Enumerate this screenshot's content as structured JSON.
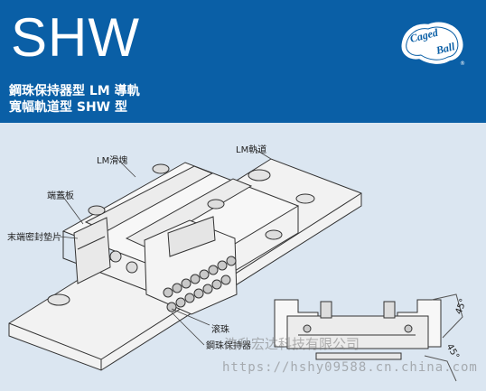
{
  "header": {
    "title": "SHW",
    "subtitle_line1": "鋼珠保持器型 LM 導軌",
    "subtitle_line2": "寬幅軌道型 SHW 型",
    "logo_text": "Caged Ball",
    "logo_mark": "®"
  },
  "labels": {
    "lm_rail": "LM軌道",
    "lm_block": "LM滑塊",
    "end_plate": "端蓋板",
    "end_seal": "末端密封墊片",
    "ball": "滚珠",
    "ball_cage": "鋼珠保持器",
    "angle_left": "45°",
    "angle_right": "45°"
  },
  "watermark": {
    "company": "浩升宏达科技有限公司",
    "url": "https://hshy09588.cn.china.com"
  },
  "colors": {
    "header_bg": "#0a5fa6",
    "diagram_bg": "#dbe6f1"
  }
}
